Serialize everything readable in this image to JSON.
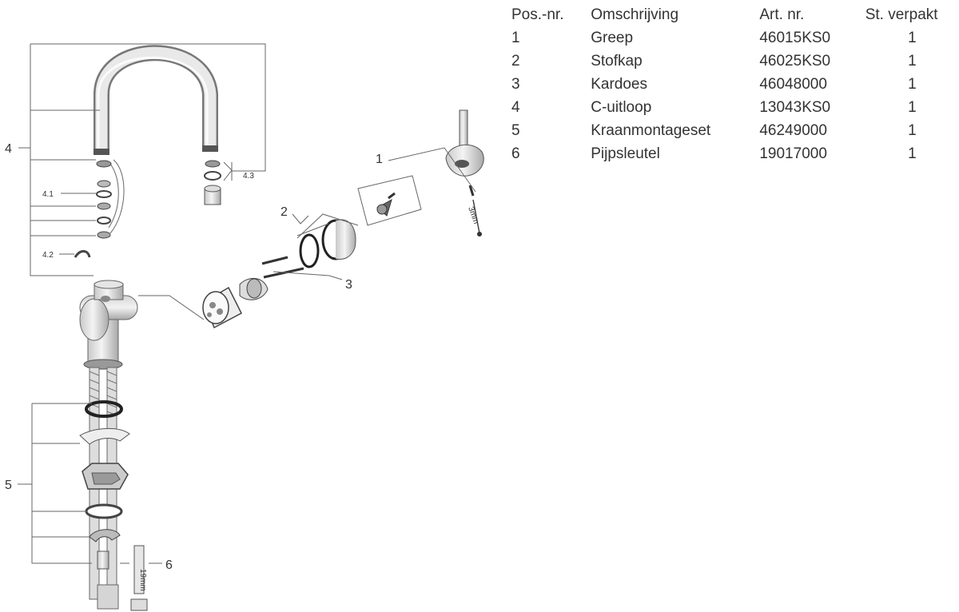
{
  "diagram": {
    "callouts": {
      "c1": "1",
      "c2": "2",
      "c3": "3",
      "c4": "4",
      "c41": "4.1",
      "c42": "4.2",
      "c43": "4.3",
      "c5": "5",
      "c6": "6"
    },
    "tool_marks": {
      "hex": "3mm",
      "wrench": "19mm"
    }
  },
  "table": {
    "headers": {
      "pos": "Pos.-nr.",
      "desc": "Omschrijving",
      "art": "Art. nr.",
      "qty": "St. verpakt"
    },
    "rows": [
      {
        "pos": "1",
        "desc": "Greep",
        "art": "46015KS0",
        "qty": "1"
      },
      {
        "pos": "2",
        "desc": "Stofkap",
        "art": "46025KS0",
        "qty": "1"
      },
      {
        "pos": "3",
        "desc": "Kardoes",
        "art": "46048000",
        "qty": "1"
      },
      {
        "pos": "4",
        "desc": "C-uitloop",
        "art": "13043KS0",
        "qty": "1"
      },
      {
        "pos": "5",
        "desc": "Kraanmontageset",
        "art": "46249000",
        "qty": "1"
      },
      {
        "pos": "6",
        "desc": "Pijpsleutel",
        "art": "19017000",
        "qty": "1"
      }
    ]
  }
}
